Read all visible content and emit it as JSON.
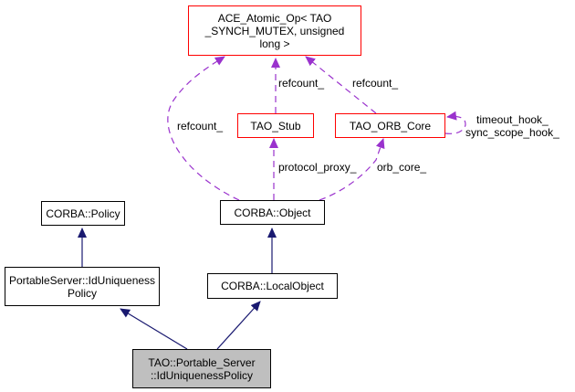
{
  "nodes": {
    "ace_atomic_op": {
      "label": "ACE_Atomic_Op< TAO\n_SYNCH_MUTEX, unsigned\nlong >"
    },
    "tao_stub": {
      "label": "TAO_Stub"
    },
    "tao_orb_core": {
      "label": "TAO_ORB_Core"
    },
    "corba_policy": {
      "label": "CORBA::Policy"
    },
    "corba_object": {
      "label": "CORBA::Object"
    },
    "idu_policy": {
      "label": "PortableServer::IdUniqueness\nPolicy"
    },
    "local_object": {
      "label": "CORBA::LocalObject"
    },
    "tao_idu_policy": {
      "label": "TAO::Portable_Server\n::IdUniquenessPolicy"
    }
  },
  "edges": {
    "refcount_object": "refcount_",
    "refcount_stub": "refcount_",
    "refcount_orb": "refcount_",
    "protocol_proxy": "protocol_proxy_",
    "orb_core": "orb_core_",
    "orb_self": "timeout_hook_\nsync_scope_hook_"
  },
  "colors": {
    "inheritance": "#191970",
    "usage": "#9a32cd",
    "highlight_fill": "#bfbfbf",
    "external_border": "#ff0000"
  }
}
